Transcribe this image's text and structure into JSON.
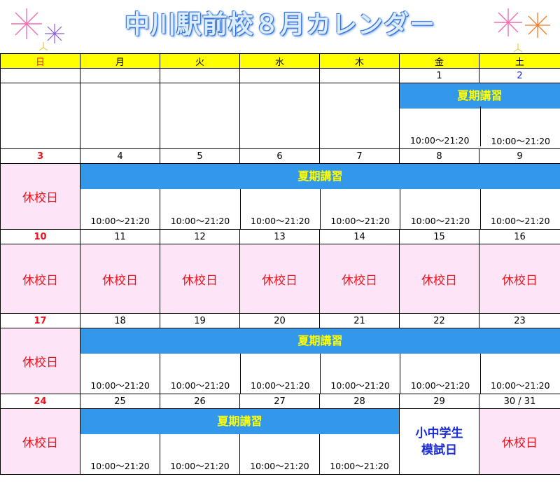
{
  "title": "中川駅前校８月カレンダー",
  "weekdays": [
    "日",
    "月",
    "火",
    "水",
    "木",
    "金",
    "土"
  ],
  "session_label": "夏期講習",
  "closed_label": "休校日",
  "time_label": "10:00～21:20",
  "mock_exam_label": [
    "小中学生",
    "模試日"
  ],
  "colors": {
    "header_bg": "#ffff00",
    "session_bg": "#3397ea",
    "session_text": "#ffff00",
    "closed_bg": "#fde4f7",
    "closed_text": "#e8141c",
    "sunday": "#e8141c",
    "saturday": "#1a2bd6"
  },
  "weeks": [
    {
      "days": [
        "",
        "",
        "",
        "",
        "",
        "1",
        "2"
      ]
    },
    {
      "days": [
        "3",
        "4",
        "5",
        "6",
        "7",
        "8",
        "9"
      ]
    },
    {
      "days": [
        "10",
        "11",
        "12",
        "13",
        "14",
        "15",
        "16"
      ]
    },
    {
      "days": [
        "17",
        "18",
        "19",
        "20",
        "21",
        "22",
        "23"
      ]
    },
    {
      "days": [
        "24",
        "25",
        "26",
        "27",
        "28",
        "29",
        "30 / 31"
      ]
    }
  ]
}
